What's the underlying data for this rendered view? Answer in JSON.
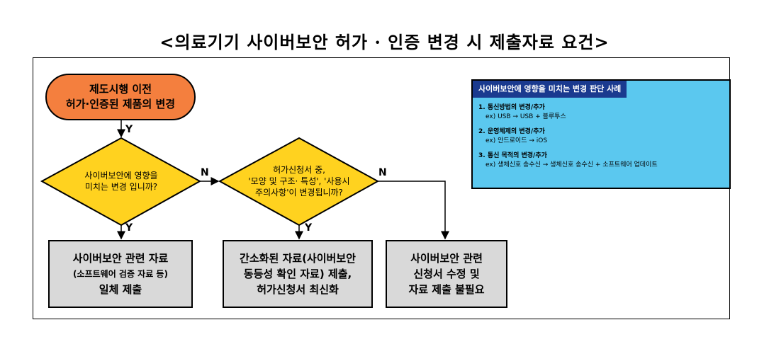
{
  "title": "<의료기기 사이버보안 허가 · 인증 변경 시 제출자료 요건>",
  "start": {
    "line1": "제도시행 이전",
    "line2": "허가·인증된 제품의 변경"
  },
  "decision1": {
    "line1": "사이버보안에 영향을",
    "line2": "미치는 변경 입니까?"
  },
  "decision2": {
    "line1": "허가신청서 중,",
    "line2": "'모양 및 구조· 특성', '사용시",
    "line3": "주의사항'이 변경됩니까?"
  },
  "labels": {
    "yes": "Y",
    "no": "N"
  },
  "outcome1": {
    "line1": "사이버보안 관련 자료",
    "line2": "(소프트웨어 검증 자료 등)",
    "line3": "일체 제출"
  },
  "outcome2": {
    "line1": "간소화된 자료(사이버보안",
    "line2": "동등성 확인 자료) 제출,",
    "line3": "허가신청서 최신화"
  },
  "outcome3": {
    "line1": "사이버보안 관련",
    "line2": "신청서 수정 및",
    "line3": "자료 제출 불필요"
  },
  "info": {
    "title": "사이버보안에 영향을 미치는 변경 판단 사례",
    "items": [
      {
        "label": "1. 통신방법의 변경/추가",
        "example": "ex) USB → USB + 블루투스"
      },
      {
        "label": "2. 운영체제의 변경/추가",
        "example": "ex) 안드로이드 → iOS"
      },
      {
        "label": "3. 통신 목적의 변경/추가",
        "example": "ex) 생체신호 송수신 → 생체신호 송수신 + 소프트웨어 업데이트"
      }
    ]
  },
  "colors": {
    "start_fill": "#f47f3e",
    "decision_fill": "#ffd21f",
    "outcome_fill": "#d9d9d9",
    "info_fill": "#5bc8ef",
    "info_title_fill": "#1a3a8f"
  }
}
